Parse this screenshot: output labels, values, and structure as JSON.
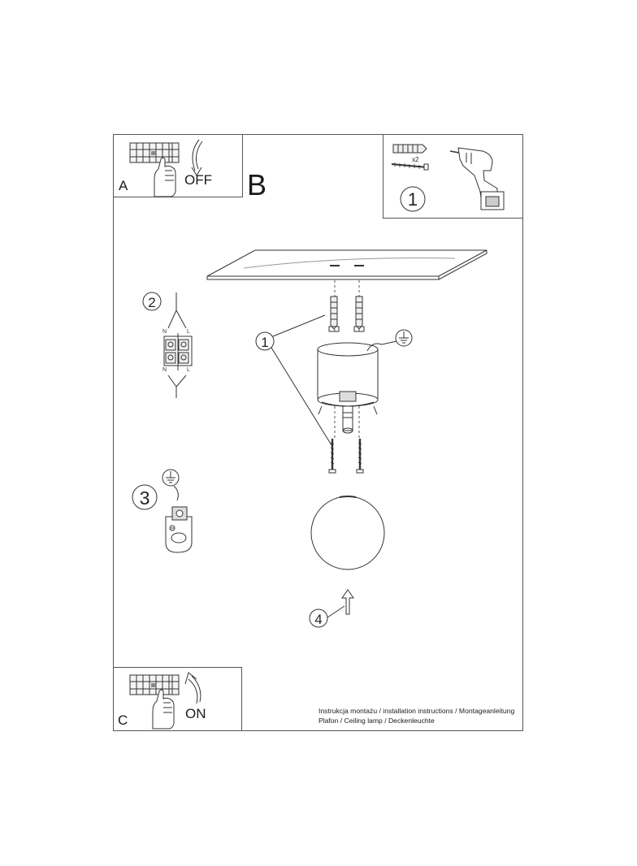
{
  "panels": {
    "a": {
      "letter": "A",
      "switch_label": "OFF"
    },
    "b": {
      "letter": "B"
    },
    "c": {
      "letter": "C",
      "switch_label": "ON"
    }
  },
  "tools": {
    "quantity": "x2",
    "step": "1"
  },
  "steps": [
    "1",
    "2",
    "3",
    "4"
  ],
  "wiring": {
    "neutral": "N",
    "live": "L"
  },
  "caption": {
    "line1": "Instrukcja montażu / installation instructions / Montageanleitung",
    "line2": "Plafon / Ceiling lamp / Deckenleuchte"
  }
}
